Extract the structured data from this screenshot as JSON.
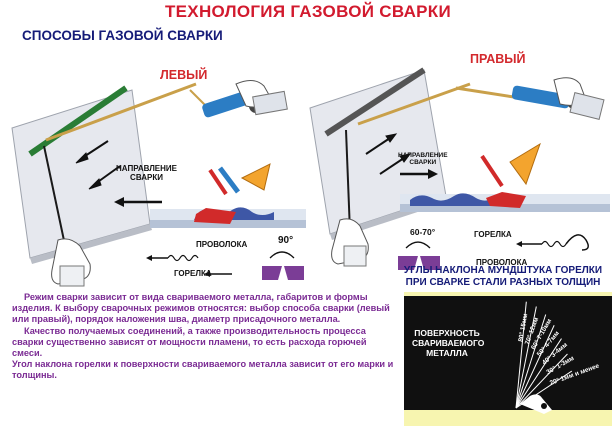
{
  "header": {
    "title": "ТЕХНОЛОГИЯ ГАЗОВОЙ СВАРКИ",
    "subtitle": "СПОСОБЫ ГАЗОВОЙ СВАРКИ"
  },
  "left_method": {
    "label": "ЛЕВЫЙ",
    "direction_label_1": "НАПРАВЛЕНИЕ",
    "direction_label_2": "СВАРКИ",
    "wire_label": "ПРОВОЛОКА",
    "torch_label": "ГОРЕЛКА",
    "angle": "90°"
  },
  "right_method": {
    "label": "ПРАВЫЙ",
    "direction_label_1": "НАПРАВЛЕНИЕ",
    "direction_label_2": "СВАРКИ",
    "torch_label": "ГОРЕЛКА",
    "wire_label": "ПРОВОЛОКА",
    "angle": "60-70°"
  },
  "description": {
    "p1": "Режим сварки зависит от вида свариваемого металла, габаритов и формы изделия. К выбору сварочных режимов относятся: выбор способа сварки (левый или правый), порядок наложения шва, диаметр присадочного металла.",
    "p2": "Качество получаемых соединений, а также производительность процесса сварки существенно зависят от мощности пламени, то есть расхода горючей смеси.",
    "p3": "Угол наклона горелки к поверхности свариваемого металла зависит от его марки и толщины."
  },
  "angles": {
    "title_1": "УГЛЫ НАКЛОНА МУНДШТУКА ГОРЕЛКИ",
    "title_2": "ПРИ СВАРКЕ СТАЛИ РАЗНЫХ ТОЛЩИН",
    "surface_1": "ПОВЕРХНОСТЬ",
    "surface_2": "СВАРИВАЕМОГО",
    "surface_3": "МЕТАЛЛА",
    "rays": [
      {
        "angle": "80°",
        "thickness": "15мм"
      },
      {
        "angle": "70°",
        "thickness": "12мм"
      },
      {
        "angle": "60°",
        "thickness": "7-10мм"
      },
      {
        "angle": "50°",
        "thickness": "4-7мм"
      },
      {
        "angle": "40°",
        "thickness": "3-4мм"
      },
      {
        "angle": "30°",
        "thickness": "1-3мм"
      },
      {
        "angle": "20°",
        "thickness": "1мм и менее"
      }
    ],
    "colors": {
      "ray": "#ffffff",
      "text": "#ffffff",
      "background": "#101010",
      "surface": "#f7f5b0"
    }
  },
  "colors": {
    "title": "#d21a2e",
    "subtitle": "#151b78",
    "method_label": "#d3292d",
    "description": "#7a2a93",
    "plate": "#e6e8ee",
    "torch_brass": "#c9a04a",
    "handle": "#2c7dc4",
    "flame": "#f3a42e",
    "weld": "#3e57a6",
    "edge_red": "#d12a2a",
    "joint_purple": "#7b3d96"
  }
}
